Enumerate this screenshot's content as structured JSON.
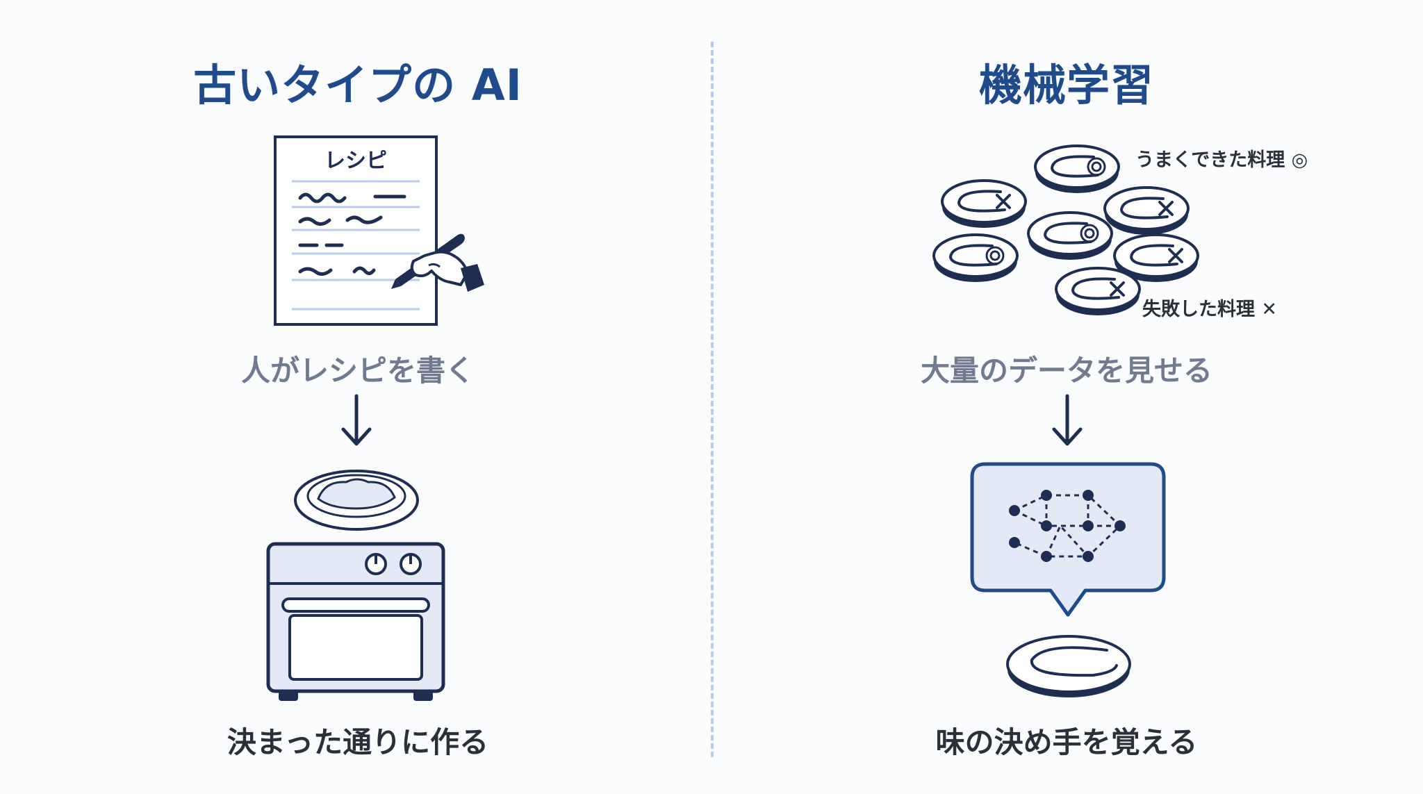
{
  "colors": {
    "title": "#1f4a8c",
    "stroke": "#1e2d52",
    "fill_light": "#e3e9f5",
    "ruled_line": "#b8cce9",
    "caption_grey": "#717b90",
    "caption_dark": "#2a2f3a",
    "divider": "#b9cbea"
  },
  "left": {
    "title": "古いタイプの AI",
    "recipe_heading": "レシピ",
    "step1": "人がレシピを書く",
    "step2": "決まった通りに作る",
    "icons": [
      "recipe-document-icon",
      "writing-hand-icon",
      "down-arrow-icon",
      "plate-icon",
      "oven-icon"
    ]
  },
  "right": {
    "title": "機械学習",
    "label_good": "うまくできた料理 ◎",
    "label_bad": "失敗した料理 ✕",
    "step1": "大量のデータを見せる",
    "step2": "味の決め手を覚える",
    "icons": [
      "plates-icon",
      "down-arrow-icon",
      "neural-network-bubble-icon",
      "plate-icon"
    ]
  }
}
